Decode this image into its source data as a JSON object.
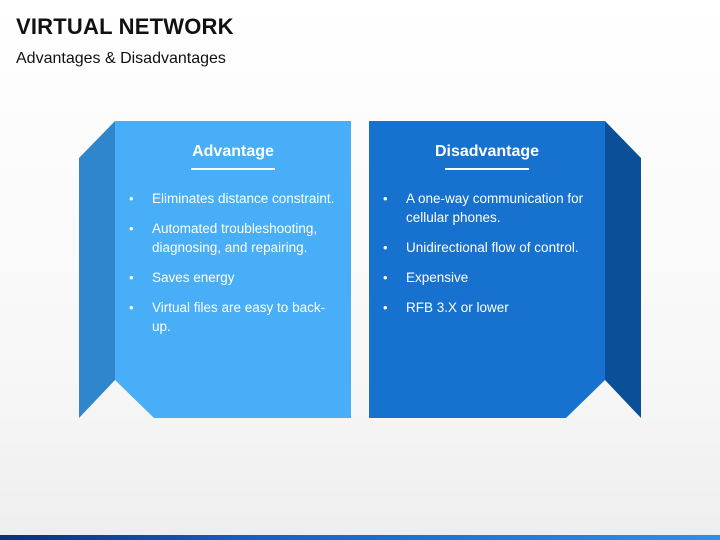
{
  "header": {
    "title": "VIRTUAL NETWORK",
    "subtitle": "Advantages & Disadvantages"
  },
  "advantage": {
    "heading": "Advantage",
    "items": [
      "Eliminates distance constraint.",
      "Automated troubleshooting, diagnosing, and repairing.",
      "Saves energy",
      "Virtual files are easy to back-up."
    ]
  },
  "disadvantage": {
    "heading": "Disadvantage",
    "items": [
      "A one-way communication for cellular phones.",
      "Unidirectional flow of control.",
      "Expensive",
      "RFB 3.X or lower"
    ]
  },
  "colors": {
    "advantage_panel": "#47aef7",
    "advantage_fold": "#2f86cc",
    "disadvantage_panel": "#1771cf",
    "disadvantage_fold": "#0c4f99"
  },
  "bullet_glyph": "•"
}
